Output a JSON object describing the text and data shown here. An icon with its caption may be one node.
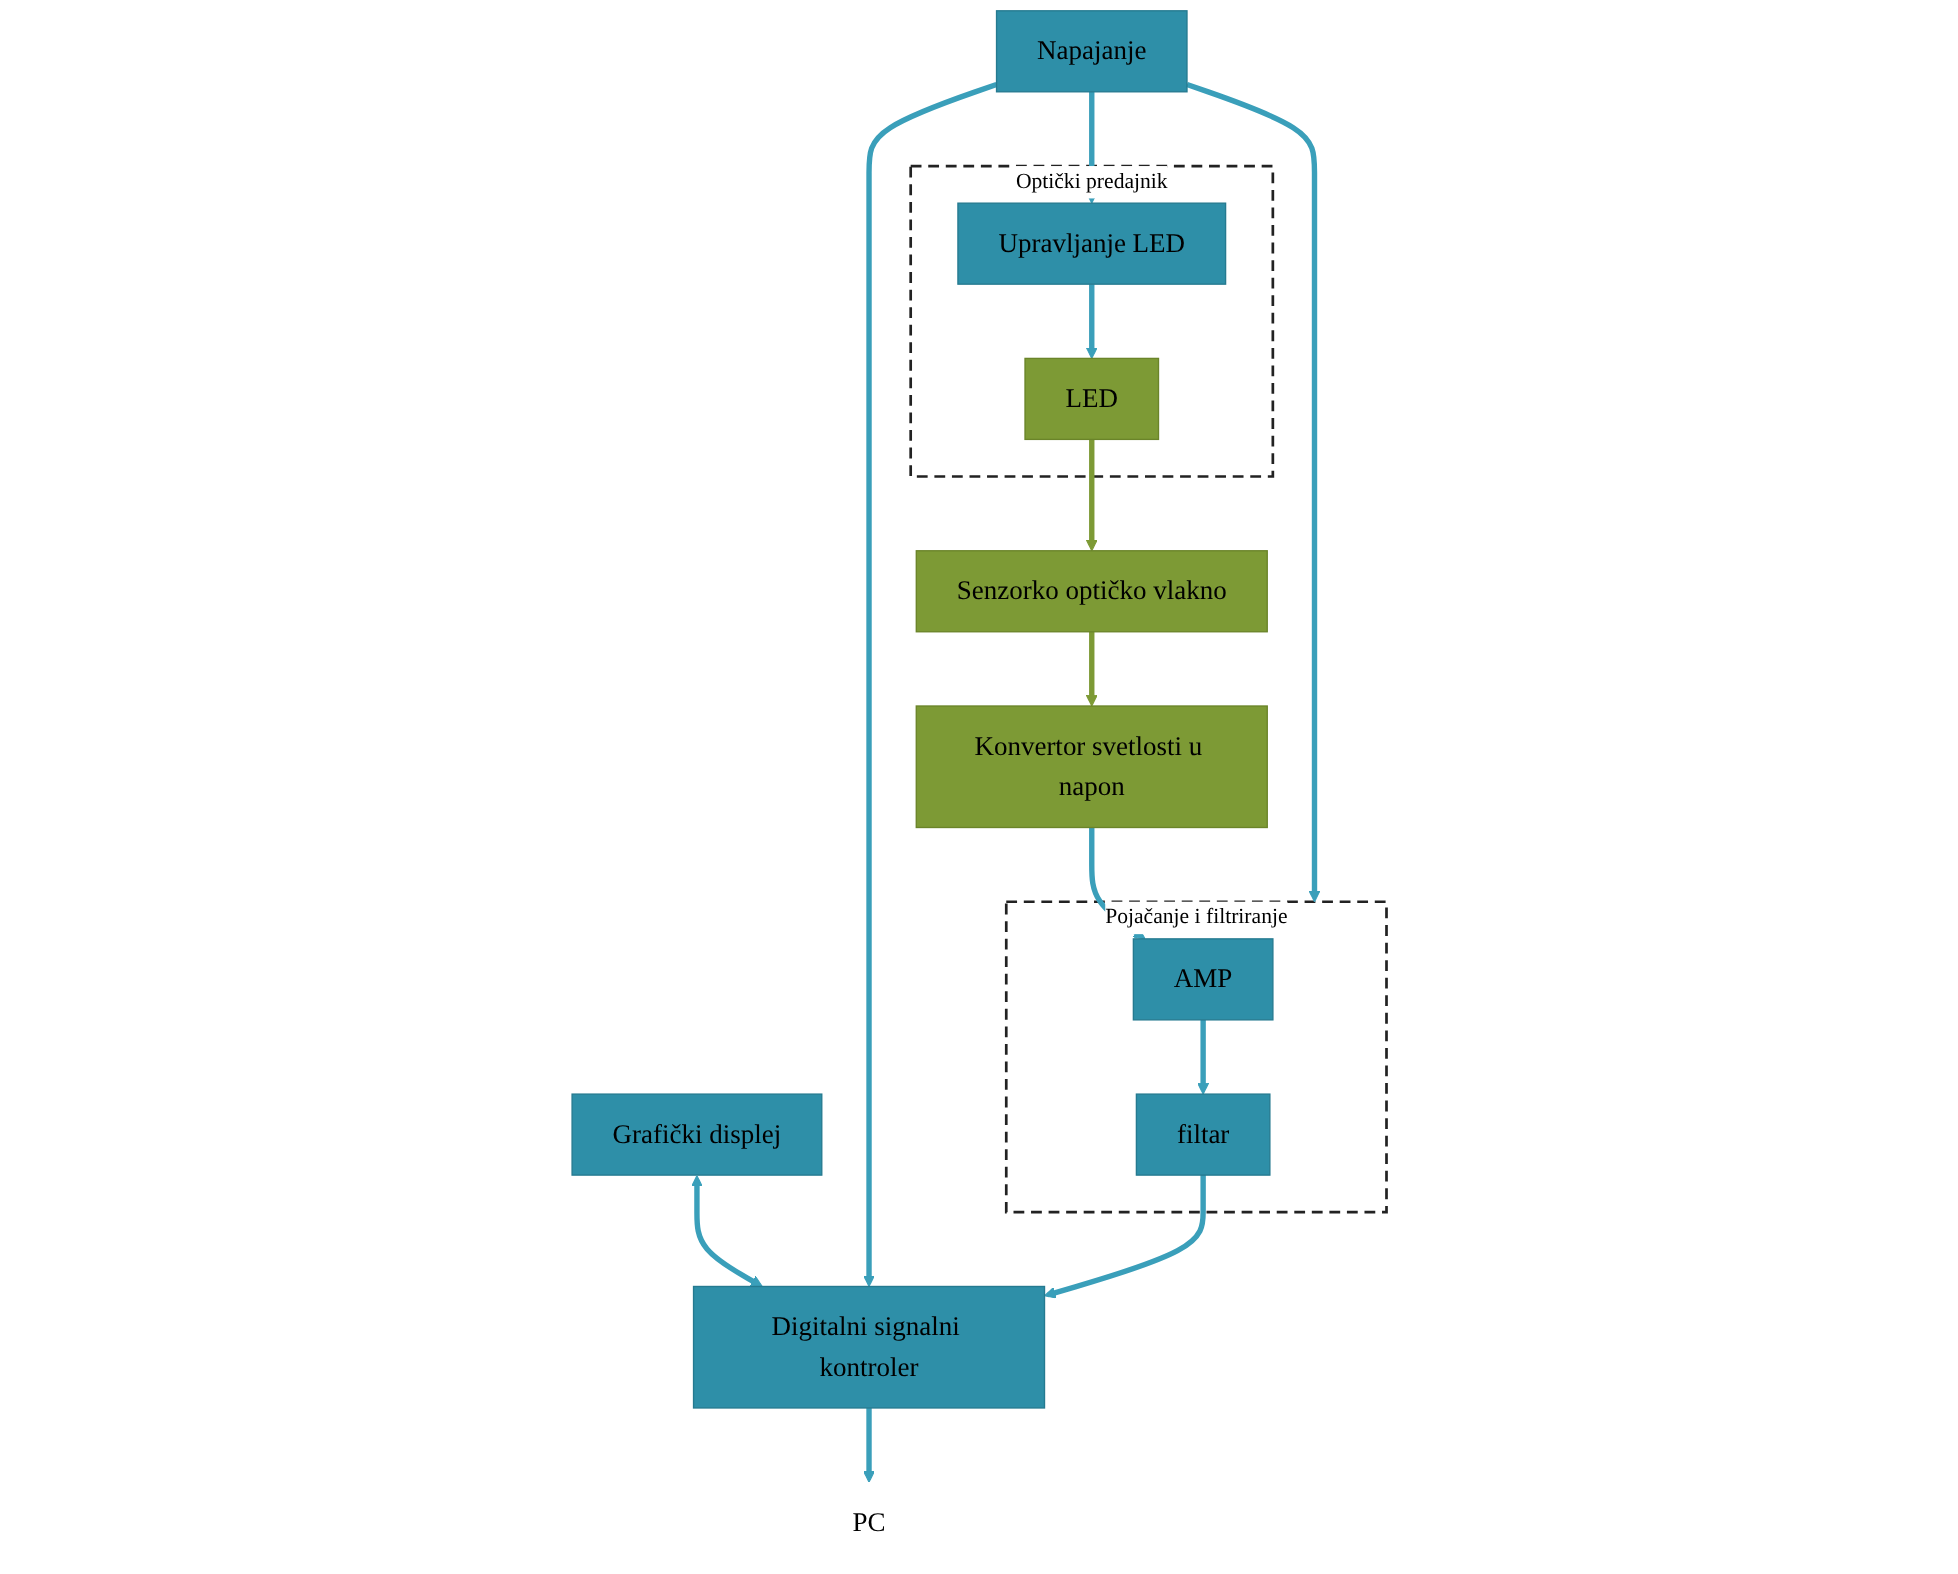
{
  "diagram": {
    "nodes": [
      {
        "text": [
          "Optički predajnik"
        ]
      },
      {
        "text": [
          "LED"
        ],
        "in": 0
      },
      {
        "text": [
          "Upravljanje LED"
        ],
        "in": 0
      },
      {
        "text": [
          "Grafički displej"
        ]
      },
      {
        "text": [
          "Senzorko optičko vlakno"
        ]
      },
      {
        "text": [
          "Napajanje"
        ]
      },
      {
        "text": [
          "Digitalni signalni kontroler"
        ]
      },
      {
        "text": [
          "PC"
        ]
      },
      {
        "text": [
          "Konvertor svetlosti u napon"
        ]
      },
      {
        "text": [
          "Pojačanje i filtriranje"
        ]
      },
      {
        "text": [
          "AMP"
        ],
        "in": 9
      },
      {
        "text": [
          "filtar"
        ],
        "in": 9
      }
    ],
    "edges": [
      {
        "from": 2,
        "to": 1,
        "arrow": "to"
      },
      {
        "from": 5,
        "to": 2,
        "arrow": "to"
      },
      {
        "from": 3,
        "to": 6,
        "arrow": "both"
      },
      {
        "from": 1,
        "to": 4,
        "arrow": "to",
        "color": "#7d9a35"
      },
      {
        "from": 5,
        "to": 6,
        "arrow": "to"
      },
      {
        "from": 6,
        "to": 7,
        "arrow": "to"
      },
      {
        "from": 4,
        "to": 8,
        "arrow": "to",
        "color": "#7d9a35"
      },
      {
        "from": 5,
        "to": 9,
        "arrow": "to"
      },
      {
        "from": 8,
        "to": 10,
        "arrow": "to"
      },
      {
        "from": 10,
        "to": 11,
        "arrow": "to"
      },
      {
        "from": 11,
        "to": 6,
        "arrow": "to"
      }
    ]
  }
}
